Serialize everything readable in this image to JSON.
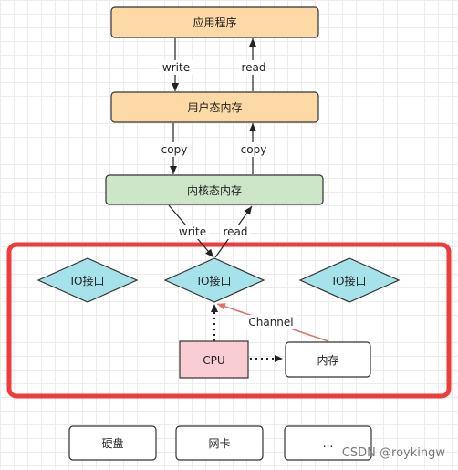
{
  "nodes": {
    "app": "应用程序",
    "user_mem": "用户态内存",
    "kernel_mem": "内核态内存",
    "io_left": "IO接口",
    "io_center": "IO接口",
    "io_right": "IO接口",
    "cpu": "CPU",
    "memory": "内存",
    "disk": "硬盘",
    "nic": "网卡",
    "more": "..."
  },
  "edges": {
    "app_to_user_write": "write",
    "user_to_app_read": "read",
    "user_to_kernel_copy": "copy",
    "kernel_to_user_copy": "copy",
    "kernel_to_io_write": "write",
    "io_to_kernel_read": "read",
    "memory_to_io_channel": "Channel"
  },
  "watermark": "CSDN @roykingw",
  "colors": {
    "orange_fill": "#fdd9a6",
    "green_fill": "#cde6c8",
    "cyan_fill": "#a6e2ea",
    "pink_fill": "#f9cdd3",
    "red_frame": "#ee3b3b",
    "channel_arrow": "#e07272"
  }
}
